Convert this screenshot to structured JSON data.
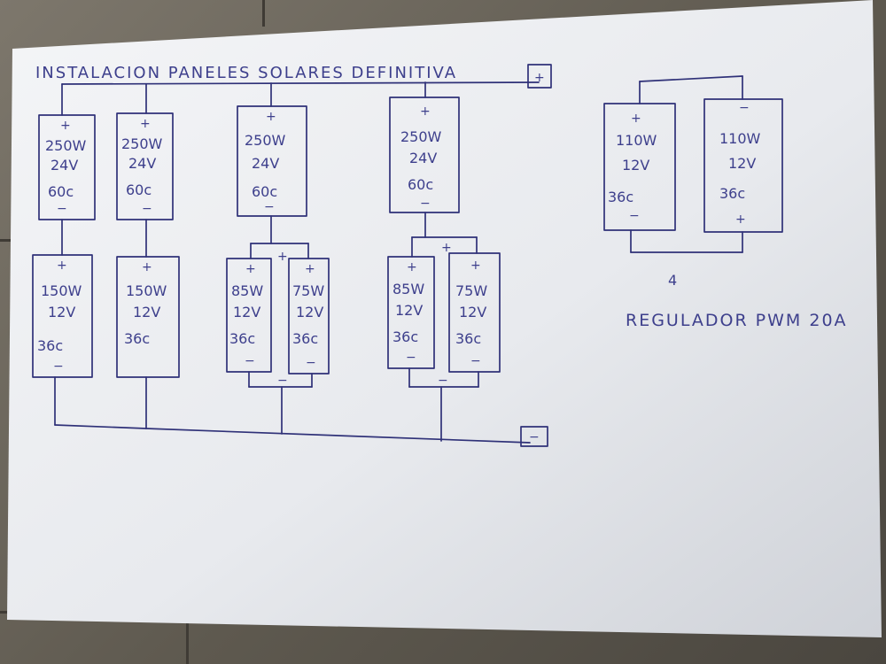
{
  "title": "INSTALACION PANELES SOLARES DEFINITIVA",
  "bus_positive": "+",
  "bus_negative": "−",
  "plus": "+",
  "minus": "−",
  "group1": {
    "top": {
      "watts": "250W",
      "volts": "24V",
      "cells": "60c"
    },
    "bottom": {
      "watts": "150W",
      "volts": "12V",
      "cells": "36c"
    }
  },
  "group2": {
    "top": {
      "watts": "250W",
      "volts": "24V",
      "cells": "60c"
    },
    "bottom": {
      "watts": "150W",
      "volts": "12V",
      "cells": "36c"
    }
  },
  "group3": {
    "top": {
      "watts": "250W",
      "volts": "24V",
      "cells": "60c"
    },
    "left": {
      "watts": "85W",
      "volts": "12V",
      "cells": "36c"
    },
    "right": {
      "watts": "75W",
      "volts": "12V",
      "cells": "36c"
    }
  },
  "group4": {
    "top": {
      "watts": "250W",
      "volts": "24V",
      "cells": "60c"
    },
    "left": {
      "watts": "85W",
      "volts": "12V",
      "cells": "36c"
    },
    "right": {
      "watts": "75W",
      "volts": "12V",
      "cells": "36c"
    }
  },
  "right_pair": {
    "left": {
      "watts": "110W",
      "volts": "12V",
      "cells": "36c"
    },
    "right": {
      "watts": "110W",
      "volts": "12V",
      "cells": "36c"
    },
    "output_number": "4"
  },
  "regulator": "REGULADOR PWM 20A"
}
